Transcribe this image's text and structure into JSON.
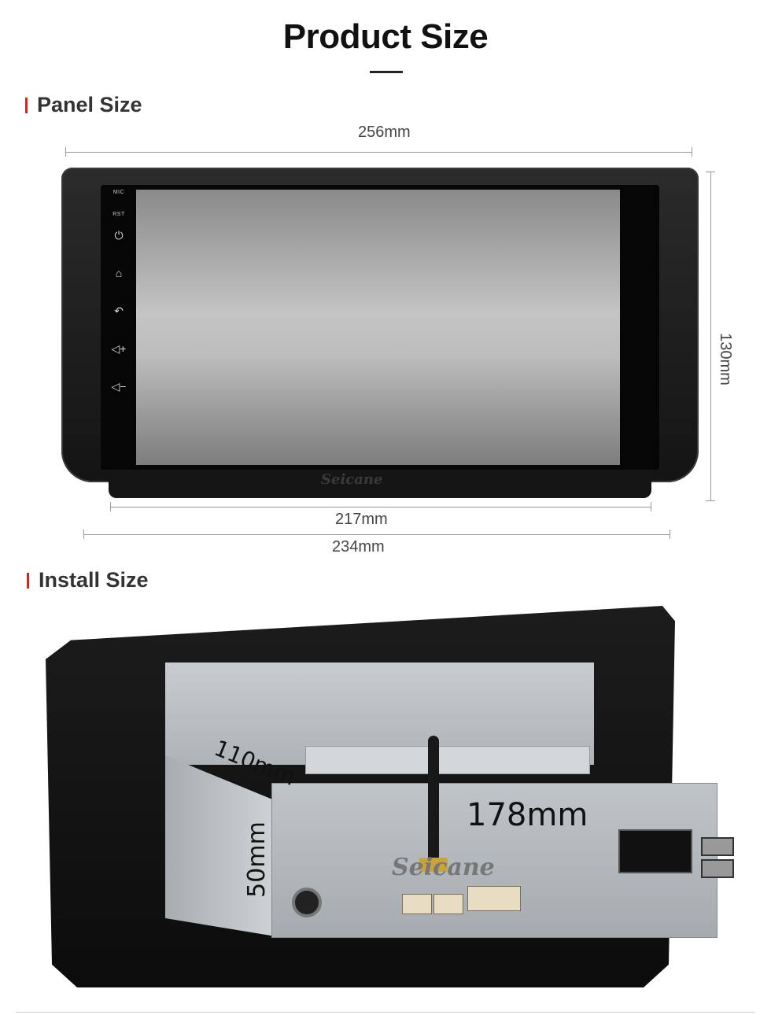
{
  "title": "Product Size",
  "sections": {
    "panel": {
      "heading": "Panel Size",
      "dims": {
        "top": "256mm",
        "right": "130mm",
        "inner_bottom": "217mm",
        "outer_bottom": "234mm"
      },
      "buttons": [
        "MIC",
        "RST",
        "power-icon",
        "home-icon",
        "back-icon",
        "volume-up-icon",
        "volume-down-icon"
      ],
      "brand": "Seicane"
    },
    "install": {
      "heading": "Install Size",
      "dims": {
        "depth": "110mm",
        "width": "178mm",
        "height": "50mm"
      },
      "brand": "Seicane"
    }
  },
  "colors": {
    "accent": "#e02020",
    "heading": "#333333",
    "dimension_line": "#999999"
  }
}
